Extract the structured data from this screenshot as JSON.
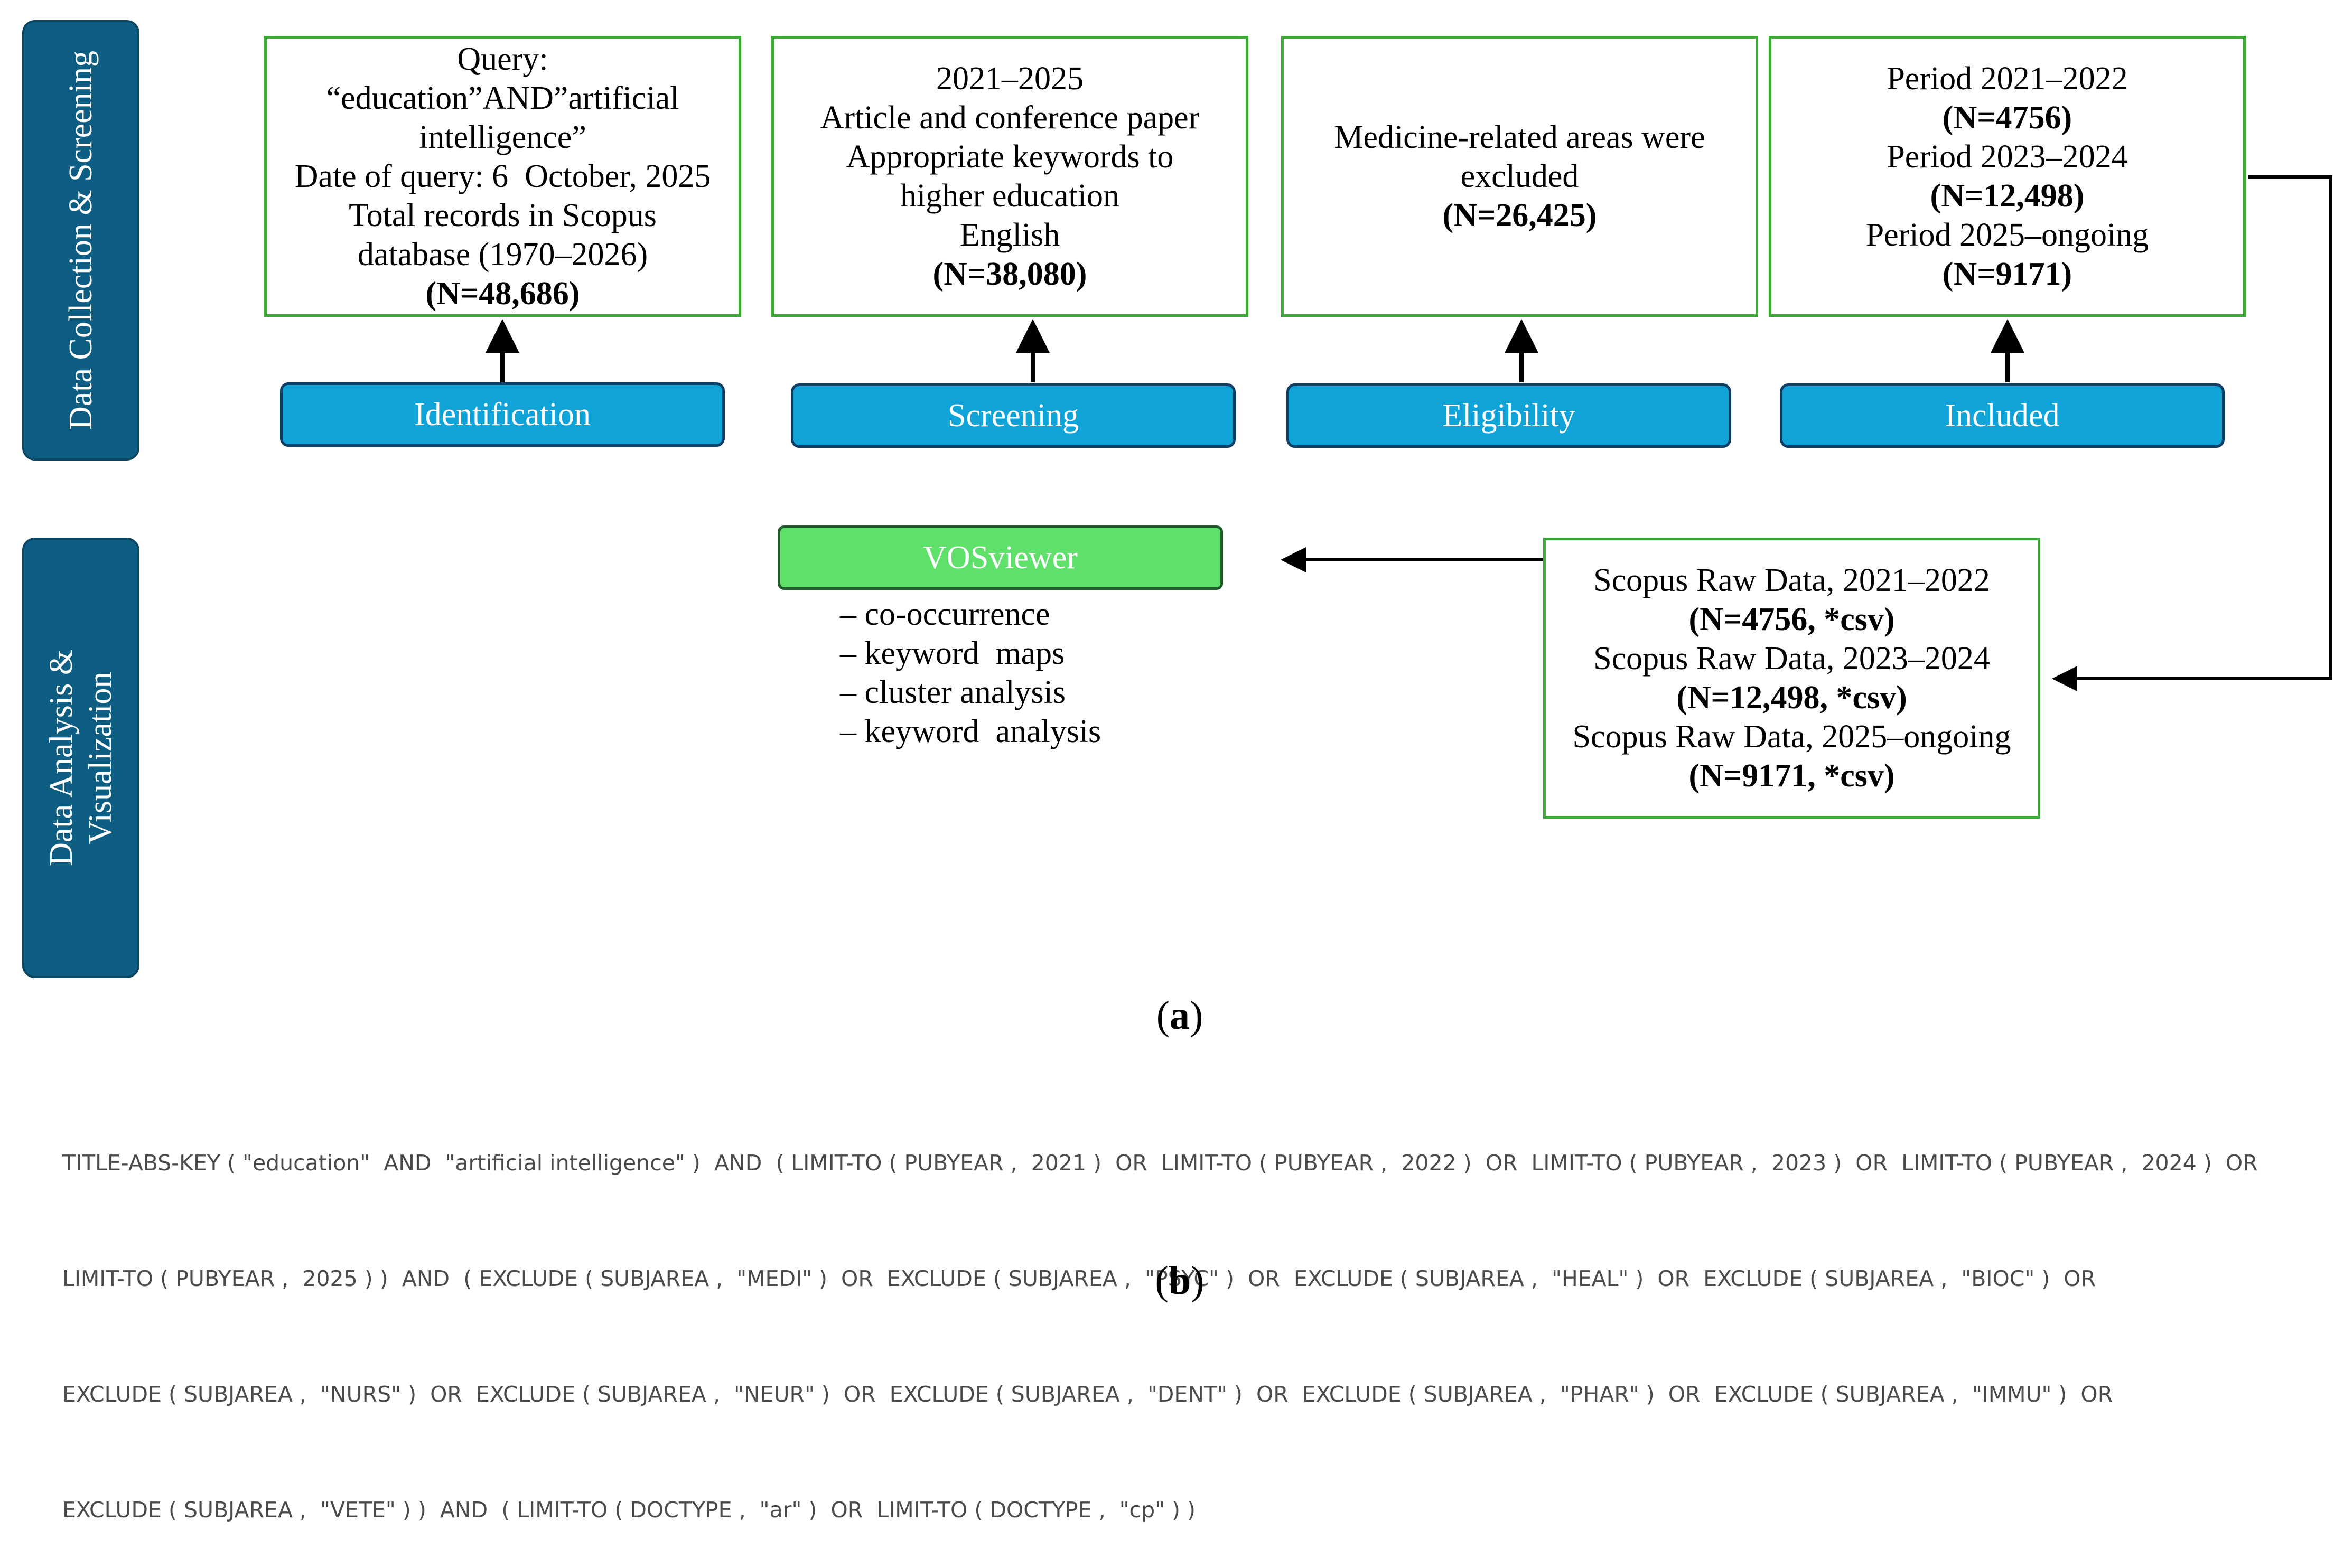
{
  "sidebar": {
    "collection": "Data Collection & Screening",
    "analysis_line1": "Data Analysis &",
    "analysis_line2": "Visualization"
  },
  "boxes": {
    "identification": {
      "lines": [
        "Query:",
        "“education”AND”artificial",
        "intelligence”",
        "Date of query: 6  October, 2025",
        "Total records in Scopus",
        "database (1970–2026)"
      ],
      "count": "(N=48,686)"
    },
    "screening": {
      "lines": [
        "2021–2025",
        "Article and conference paper",
        "Appropriate keywords to",
        "higher education",
        "English"
      ],
      "count": "(N=38,080)"
    },
    "eligibility": {
      "lines": [
        "Medicine-related areas were",
        "excluded"
      ],
      "count": "(N=26,425)"
    },
    "included": {
      "period1": "Period 2021–2022",
      "count1": "(N=4756)",
      "period2": "Period 2023–2024",
      "count2": "(N=12,498)",
      "period3": "Period 2025–ongoing",
      "count3": "(N=9171)"
    },
    "raw_data": {
      "line1": "Scopus Raw Data, 2021–2022",
      "count1": "(N=4756, *csv)",
      "line2": "Scopus Raw Data, 2023–2024",
      "count2": "(N=12,498, *csv)",
      "line3": "Scopus Raw Data, 2025–ongoing",
      "count3": "(N=9171, *csv)"
    }
  },
  "steps": {
    "identification": "Identification",
    "screening": "Screening",
    "eligibility": "Eligibility",
    "included": "Included"
  },
  "vosviewer": {
    "label": "VOSviewer",
    "items": [
      "– co-occurrence",
      "– keyword  maps",
      "– cluster analysis",
      "– keyword  analysis"
    ]
  },
  "captions": {
    "a_open": "(",
    "a_letter": "a",
    "a_close": ")",
    "b_open": "(",
    "b_letter": "b",
    "b_close": ")"
  },
  "query_lines": [
    "TITLE-ABS-KEY ( \"education\"  AND  \"artificial intelligence\" )  AND  ( LIMIT-TO ( PUBYEAR ,  2021 )  OR  LIMIT-TO ( PUBYEAR ,  2022 )  OR  LIMIT-TO ( PUBYEAR ,  2023 )  OR  LIMIT-TO ( PUBYEAR ,  2024 )  OR",
    "LIMIT-TO ( PUBYEAR ,  2025 ) )  AND  ( EXCLUDE ( SUBJAREA ,  \"MEDI\" )  OR  EXCLUDE ( SUBJAREA ,  \"PSYC\" )  OR  EXCLUDE ( SUBJAREA ,  \"HEAL\" )  OR  EXCLUDE ( SUBJAREA ,  \"BIOC\" )  OR",
    "EXCLUDE ( SUBJAREA ,  \"NURS\" )  OR  EXCLUDE ( SUBJAREA ,  \"NEUR\" )  OR  EXCLUDE ( SUBJAREA ,  \"DENT\" )  OR  EXCLUDE ( SUBJAREA ,  \"PHAR\" )  OR  EXCLUDE ( SUBJAREA ,  \"IMMU\" )  OR",
    "EXCLUDE ( SUBJAREA ,  \"VETE\" ) )  AND  ( LIMIT-TO ( DOCTYPE ,  \"ar\" )  OR  LIMIT-TO ( DOCTYPE ,  \"cp\" ) )"
  ],
  "colors": {
    "sidebar": "#0e5d82",
    "step": "#10a3d8",
    "box_border": "#3aaa35",
    "vosviewer": "#5ee06a"
  }
}
